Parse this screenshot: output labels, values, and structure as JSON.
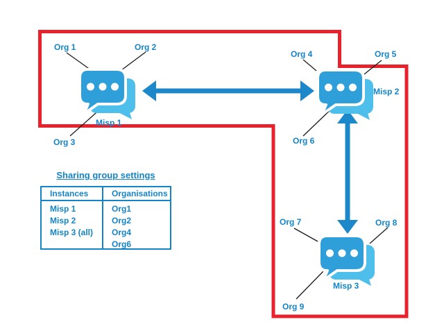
{
  "nodes": {
    "misp1": "Misp 1",
    "misp2": "Misp 2",
    "misp3": "Misp 3",
    "org1": "Org 1",
    "org2": "Org 2",
    "org3": "Org 3",
    "org4": "Org 4",
    "org5": "Org 5",
    "org6": "Org 6",
    "org7": "Org 7",
    "org8": "Org 8",
    "org9": "Org 9"
  },
  "sharing_table": {
    "title": "Sharing group settings",
    "headers": [
      "Instances",
      "Organisations"
    ],
    "instances": [
      "Misp 1",
      "Misp 2",
      "Misp 3 (all)"
    ],
    "organisations": [
      "Org1",
      "Org2",
      "Org4",
      "Org6"
    ]
  },
  "colors": {
    "label_blue": "#1484c8",
    "arrow_blue": "#1c88c9",
    "icon_front_blue": "#2f9fd9",
    "icon_back_blue": "#4ebfea",
    "boundary_red": "#e8222d",
    "connector_black": "#1a1a1a"
  }
}
